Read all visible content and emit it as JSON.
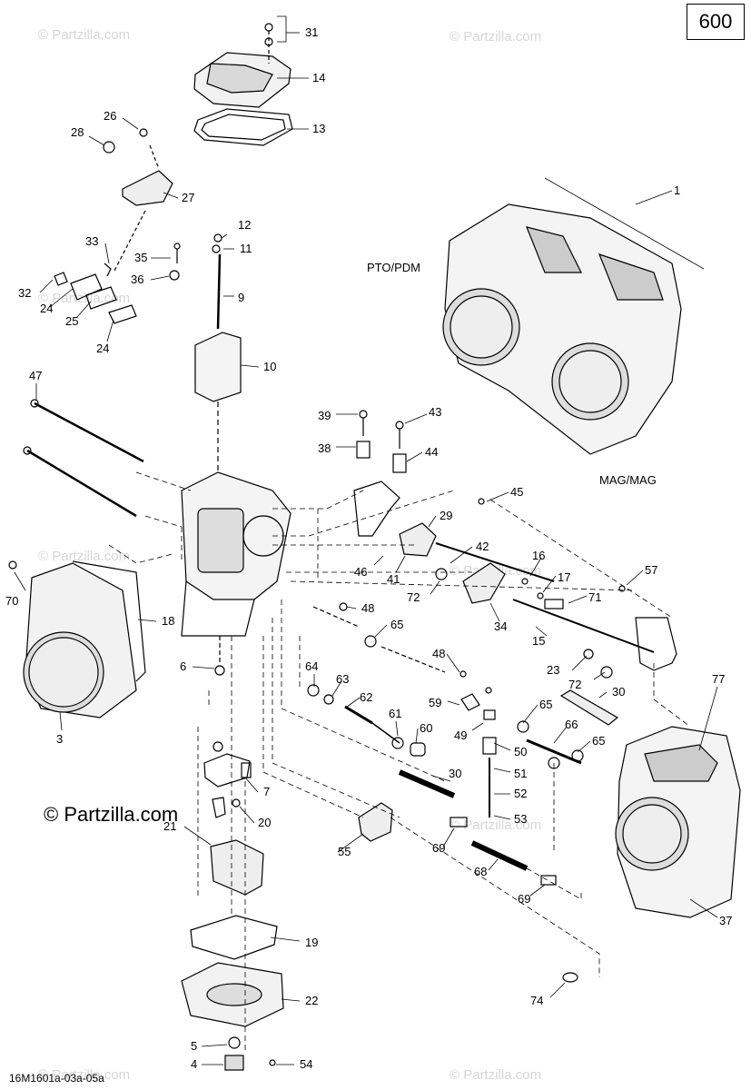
{
  "page": {
    "page_number": "600",
    "figure_code": "16M1601a-03a-05a",
    "main_watermark": "© Partzilla.com",
    "faint_watermark": "© Partzilla.com"
  },
  "region_labels": {
    "pto": "PTO/PDM",
    "mag": "MAG/MAG"
  },
  "part_callouts": [
    "31",
    "14",
    "13",
    "26",
    "28",
    "27",
    "12",
    "11",
    "9",
    "33",
    "35",
    "36",
    "32",
    "24",
    "25",
    "24",
    "10",
    "1",
    "47",
    "39",
    "43",
    "38",
    "44",
    "45",
    "29",
    "42",
    "16",
    "17",
    "71",
    "57",
    "46",
    "41",
    "72",
    "34",
    "15",
    "70",
    "48",
    "65",
    "18",
    "23",
    "72",
    "77",
    "30",
    "64",
    "63",
    "62",
    "48",
    "59",
    "61",
    "60",
    "49",
    "65",
    "66",
    "65",
    "50",
    "51",
    "52",
    "53",
    "6",
    "3",
    "7",
    "20",
    "21",
    "30",
    "55",
    "69",
    "68",
    "69",
    "37",
    "19",
    "22",
    "74",
    "5",
    "4",
    "54"
  ],
  "colors": {
    "line": "#000000",
    "watermark": "#d6d6d6",
    "background": "#ffffff"
  }
}
